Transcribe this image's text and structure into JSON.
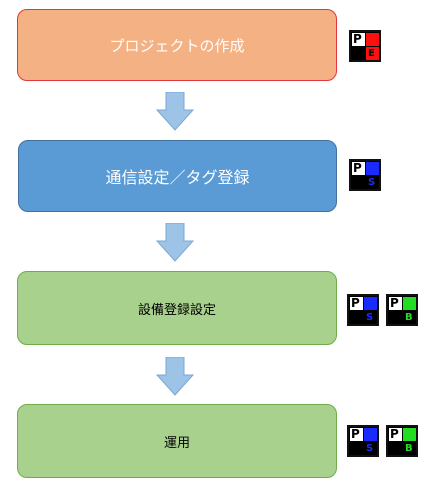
{
  "steps": [
    {
      "label": "プロジェクトの作成",
      "fill": "#f4b183",
      "border": "#e0383a",
      "text_color": "#ffffff",
      "badges": [
        {
          "letter": "P",
          "sub_letter": "E",
          "accent": "#ff1010",
          "sub_color": "#000000"
        }
      ]
    },
    {
      "label": "通信設定／タグ登録",
      "fill": "#5b9bd5",
      "border": "#41719c",
      "text_color": "#ffffff",
      "badges": [
        {
          "letter": "P",
          "sub_letter": "S",
          "accent": "#1a2bff",
          "sub_color": "#1a2bff"
        }
      ]
    },
    {
      "label": "設備登録設定",
      "fill": "#a9d18e",
      "border": "#70ad47",
      "text_color": "#000000",
      "badges": [
        {
          "letter": "P",
          "sub_letter": "S",
          "accent": "#1a2bff",
          "sub_color": "#1a2bff"
        },
        {
          "letter": "P",
          "sub_letter": "B",
          "accent": "#22dd22",
          "sub_color": "#22dd22"
        }
      ]
    },
    {
      "label": "運用",
      "fill": "#a9d18e",
      "border": "#70ad47",
      "text_color": "#000000",
      "badges": [
        {
          "letter": "P",
          "sub_letter": "S",
          "accent": "#1a2bff",
          "sub_color": "#1a2bff"
        },
        {
          "letter": "P",
          "sub_letter": "B",
          "accent": "#22dd22",
          "sub_color": "#22dd22"
        }
      ]
    }
  ],
  "arrow_color": "#9dc3e6",
  "arrow_border": "#7aa7d4"
}
